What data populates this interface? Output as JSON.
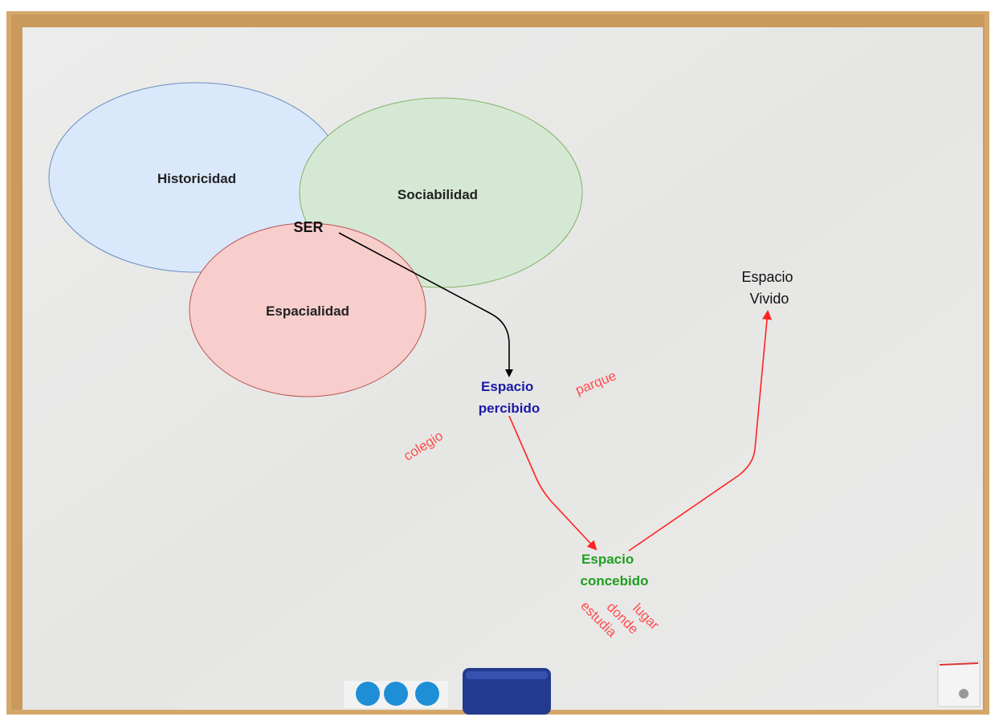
{
  "circles": {
    "historicidad": "Historicidad",
    "sociabilidad": "Sociabilidad",
    "espacialidad": "Espacialidad",
    "center": "SER"
  },
  "nodes": {
    "percibido": [
      "Espacio",
      "percibido"
    ],
    "concebido": [
      "Espacio",
      "concebido"
    ],
    "vivido": [
      "Espacio",
      "Vivido"
    ]
  },
  "annotations": {
    "parque": "parque",
    "colegio": "colegio",
    "lugar": [
      "lugar",
      "donde",
      "estudia"
    ]
  },
  "colors": {
    "historicidad_fill": "#dae8fc",
    "historicidad_stroke": "#6c8ebf",
    "sociabilidad_fill": "#d5e8d4",
    "sociabilidad_stroke": "#82b366",
    "espacialidad_fill": "#f8cecc",
    "espacialidad_stroke": "#b85450",
    "percibido_text": "#1a1aa6",
    "concebido_text": "#1f9e1f",
    "annotation_red": "#ff4d4d",
    "arrow_red": "#ff2222",
    "frame": "#d8b27a"
  }
}
